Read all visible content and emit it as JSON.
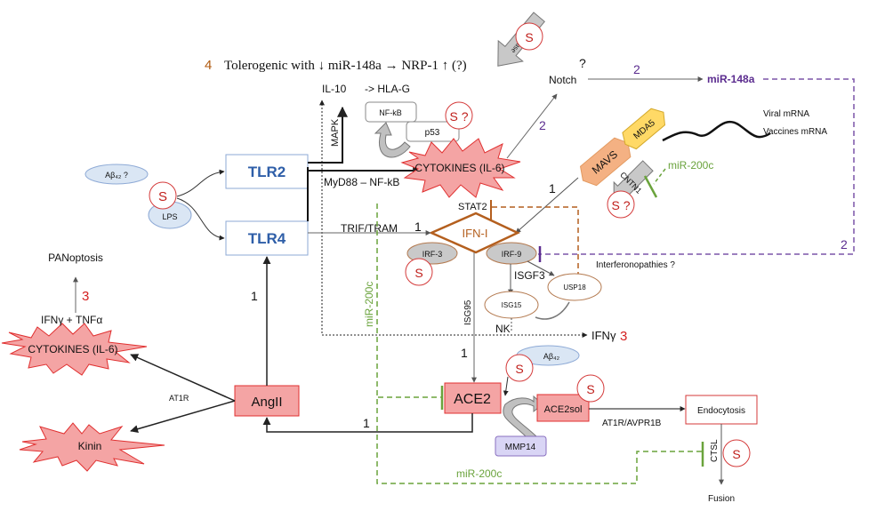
{
  "title_line": {
    "number": "4",
    "text": "Tolerogenic with ↓ miR-148a → NRP-1 ↑ (?)"
  },
  "nodes": {
    "tlr2": "TLR2",
    "tlr4": "TLR4",
    "ab42_q": "Aβ₄₂ ?",
    "lps": "LPS",
    "spike": "S",
    "spike_q": "S ?",
    "il10": "IL-10",
    "hla_g": "-> HLA-G",
    "mapk": "MAPK",
    "nfkb": "NF-kB",
    "p53": "p53",
    "cytokines_top": "CYTOKINES (IL-6)",
    "myd88": "MyD88 – NF-kB",
    "trif": "TRIF/TRAM",
    "stat2": "STAT2",
    "ifn1": "IFN-I",
    "irf3": "IRF-3",
    "irf9": "IRF-9",
    "isgf3": "ISGF3",
    "usp18": "USP18",
    "isg15": "ISG15",
    "isg95": "ISG95",
    "nk": "NK",
    "ifng": "IFNγ",
    "interferonopathies": "Interferonopathies ?",
    "gamma_secretase": "γ-secretase",
    "notch": "Notch",
    "notch_q": "?",
    "mir148a": "miR-148a",
    "mavs": "MAVS",
    "mda5": "MDA5",
    "cntn1": "CNTN1",
    "mir200c": "miR-200c",
    "viral_mrna": "Viral mRNA",
    "vaccines_mrna": "Vaccines mRNA",
    "panoptosis": "PANoptosis",
    "ifng_tnfa": "IFNγ + TNFα",
    "cytokines_left": "CYTOKINES (IL-6)",
    "kinin": "Kinin",
    "at1r": "AT1R",
    "angii": "AngII",
    "ace2": "ACE2",
    "ab42": "Aβ₄₂",
    "ace2sol": "ACE2sol",
    "mmp14": "MMP14",
    "at1r_avpr1b": "AT1R/AVPR1B",
    "endocytosis": "Endocytosis",
    "ctsl": "CTSL",
    "fusion": "Fusion"
  },
  "pathway_numbers": {
    "one": "1",
    "two": "2",
    "three": "3",
    "four": "4"
  },
  "colors": {
    "tlr_blue": "#2e5ea8",
    "box_border_blue": "#8eaad6",
    "ellipse_blue": "#dae6f4",
    "spike_red": "#d43a3a",
    "cytokine_fill": "#f4a4a4",
    "cytokine_border": "#e03030",
    "ifn_brown": "#b45f1e",
    "purple": "#5b2c8f",
    "green": "#6aa33c",
    "mavs_orange": "#f4b183",
    "mda5_yellow": "#ffd966",
    "mmp14_fill": "#d9d5f5",
    "grey_arrow": "#c0c0c0",
    "num_orange": "#b05a10",
    "num_red": "#d42020"
  }
}
